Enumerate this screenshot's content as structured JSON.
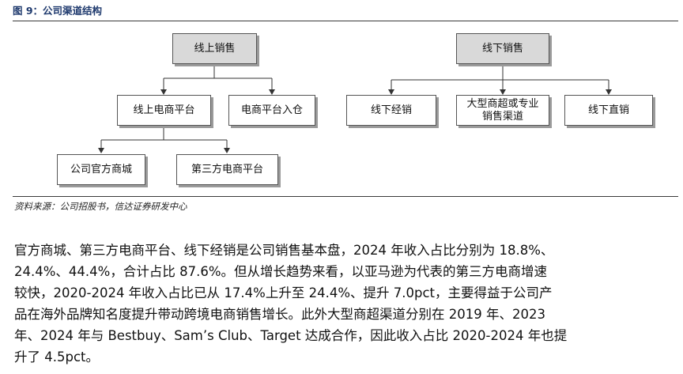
{
  "figure": {
    "title": "图 9：公司渠道结构",
    "source": "资料来源：公司招股书，信达证券研发中心"
  },
  "diagram": {
    "online_sales": "线上销售",
    "online_platform": "线上电商平台",
    "platform_warehouse": "电商平台入仓",
    "official_store": "公司官方商城",
    "third_party_platform": "第三方电商平台",
    "offline_sales": "线下销售",
    "offline_distribution": "线下经销",
    "supermarket_line1": "大型商超或专业",
    "supermarket_line2": "销售渠道",
    "offline_direct": "线下直销"
  },
  "paragraph_lines": [
    "官方商城、第三方电商平台、线下经销是公司销售基本盘，2024 年收入占比分别为 18.8%、",
    "24.4%、44.4%，合计占比 87.6%。但从增长趋势来看，以亚马逊为代表的第三方电商增速",
    "较快，2020-2024 年收入占比已从 17.4%上升至 24.4%、提升 7.0pct，主要得益于公司产",
    "品在海外品牌知名度提升带动跨境电商销售增长。此外大型商超渠道分别在 2019 年、2023",
    "年、2024 年与 Bestbuy、Sam’s Club、Target 达成合作，因此收入占比 2020-2024 年也提",
    "升了 4.5pct。"
  ]
}
